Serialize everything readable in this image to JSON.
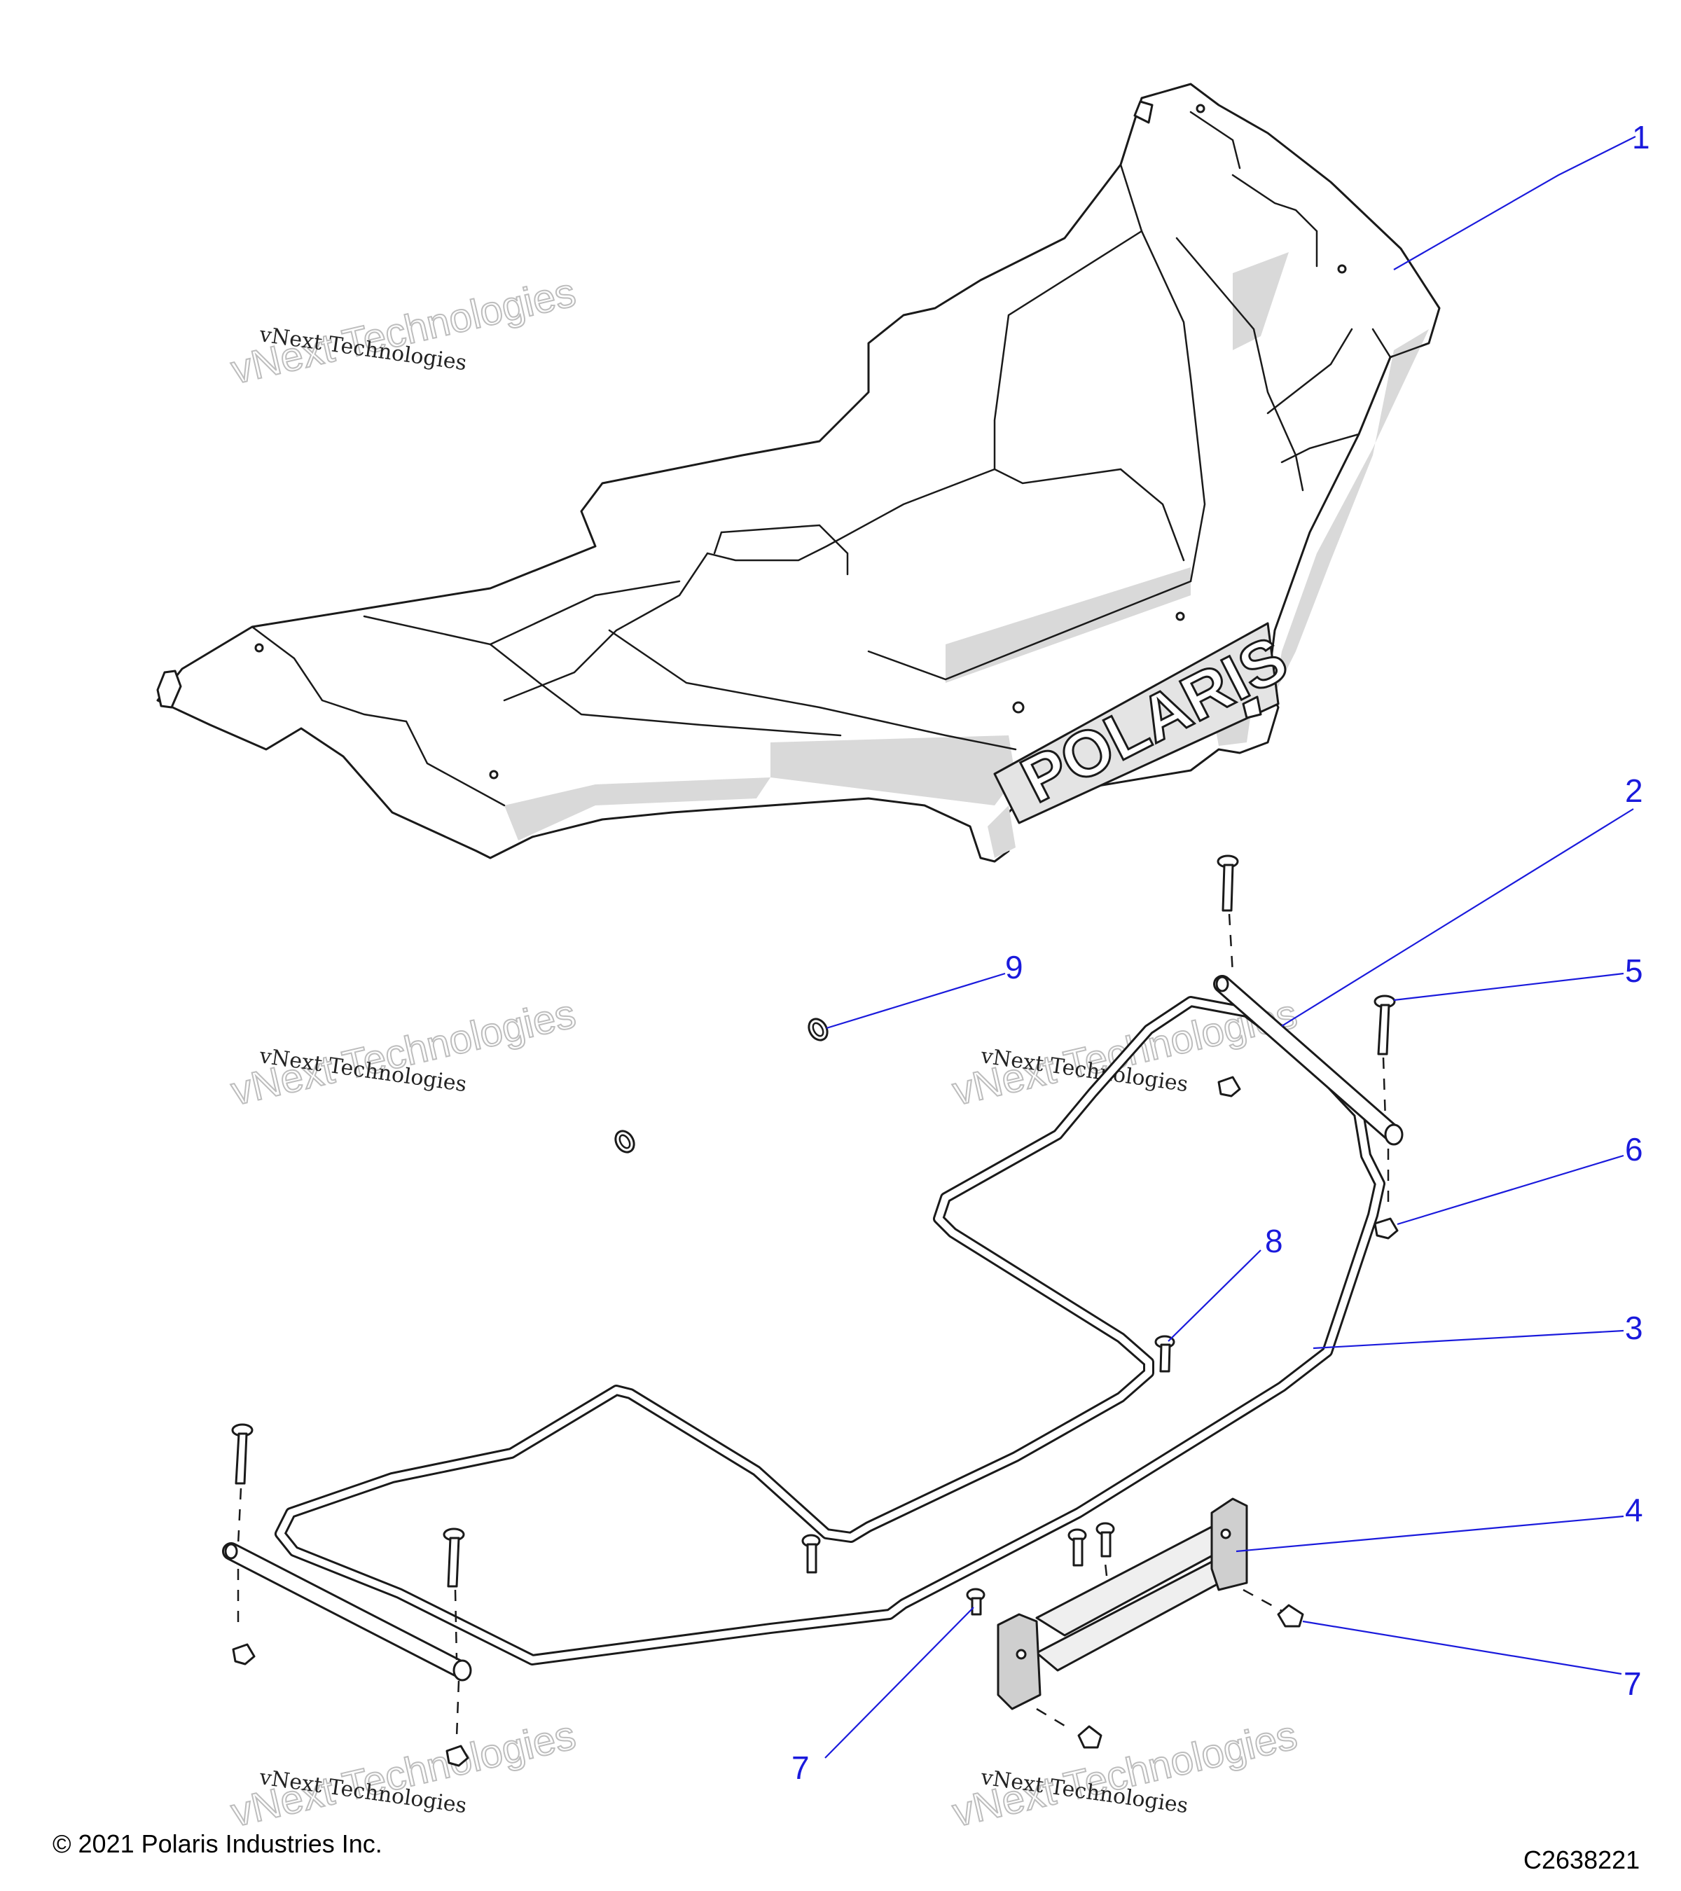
{
  "diagram": {
    "logo_text": "POLARIS",
    "callouts": [
      {
        "id": "c1",
        "label": "1"
      },
      {
        "id": "c2",
        "label": "2"
      },
      {
        "id": "c3",
        "label": "3"
      },
      {
        "id": "c4",
        "label": "4"
      },
      {
        "id": "c5",
        "label": "5"
      },
      {
        "id": "c6",
        "label": "6"
      },
      {
        "id": "c7a",
        "label": "7"
      },
      {
        "id": "c7b",
        "label": "7"
      },
      {
        "id": "c8",
        "label": "8"
      },
      {
        "id": "c9",
        "label": "9"
      }
    ],
    "watermark": {
      "line1": "vNext Technologies",
      "line2": "vNext Technologies"
    },
    "footer": {
      "copyright": "© 2021 Polaris Industries Inc.",
      "figure_code": "C2638221"
    },
    "colors": {
      "callout": "#1a1adc",
      "shade": "#d9d9d9",
      "line": "#1a1a1a"
    }
  }
}
